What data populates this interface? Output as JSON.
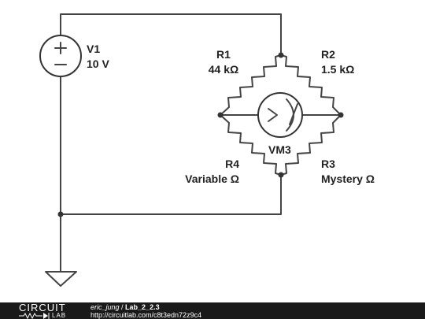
{
  "components": {
    "v1": {
      "name": "V1",
      "value": "10 V"
    },
    "r1": {
      "name": "R1",
      "value": "44 kΩ"
    },
    "r2": {
      "name": "R2",
      "value": "1.5 kΩ"
    },
    "r3": {
      "name": "R3",
      "value": "Mystery Ω"
    },
    "r4": {
      "name": "R4",
      "value": "Variable Ω"
    },
    "vm3": {
      "name": "VM3"
    }
  },
  "footer": {
    "logo_top": "CIRCUIT",
    "logo_bottom": "LAB",
    "author": "eric_jung",
    "separator": " / ",
    "project": "Lab_2_2.3",
    "url": "http://circuitlab.com/c8t3edn72z9c4"
  }
}
